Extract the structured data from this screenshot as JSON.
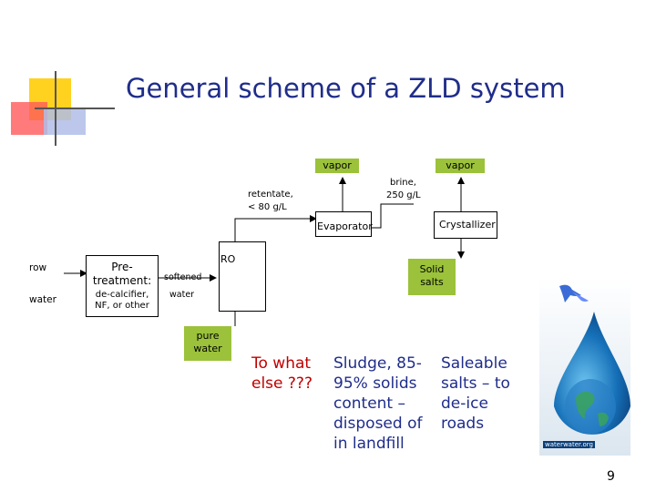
{
  "slide": {
    "title": "General scheme of a ZLD system",
    "page_number": "9"
  },
  "diagram": {
    "inputs": {
      "raw_top": "row",
      "raw_bottom": "water"
    },
    "pretreatment": {
      "label": "Pre-treatment:",
      "detail": "de-calcifier, NF, or other"
    },
    "softened_top": "softened",
    "softened_bottom": "water",
    "ro_label": "RO",
    "pure_water": "pure water",
    "retentate_line1": "retentate,",
    "retentate_line2": "< 80 g/L",
    "evaporator": "Evaporator",
    "vapor_left": "vapor",
    "brine_line1": "brine,",
    "brine_line2": "250 g/L",
    "crystallizer": "Crystallizer",
    "vapor_right": "vapor",
    "solid_salts": "Solid salts"
  },
  "notes": {
    "question": "To what else ???",
    "sludge": "Sludge, 85-95% solids content – disposed of in landfill",
    "saleable": "Saleable salts – to de-ice roads"
  },
  "image_caption": "waterwater.org",
  "colors": {
    "title": "#1f2d8a",
    "green": "#9bc23a",
    "note_blue": "#1f2d8a",
    "question_red": "#c00000"
  }
}
